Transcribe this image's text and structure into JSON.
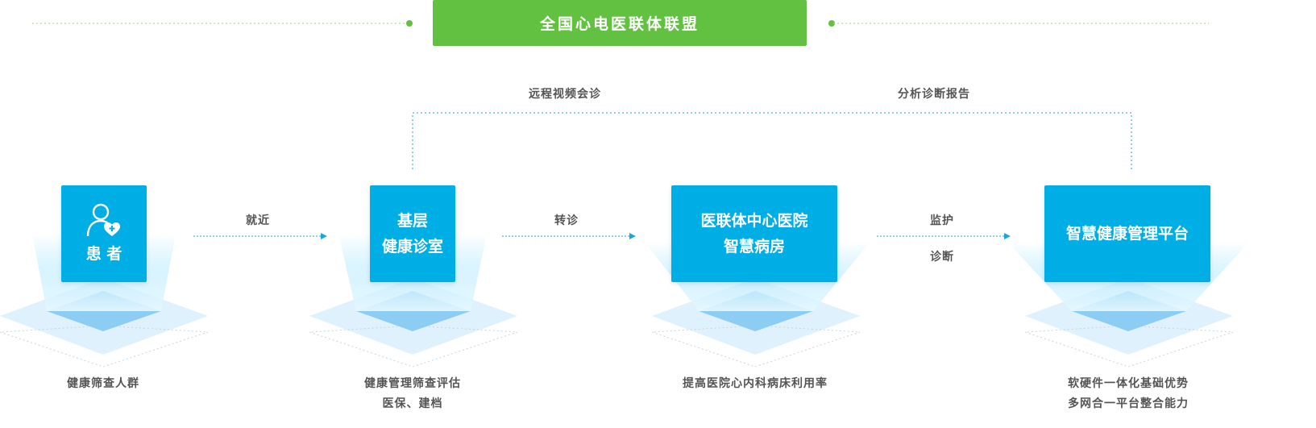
{
  "banner": {
    "title": "全国心电医联体联盟"
  },
  "top_links": {
    "left_label": "远程视频会诊",
    "right_label": "分析诊断报告"
  },
  "arrows": [
    {
      "label": "就近"
    },
    {
      "label": "转诊"
    },
    {
      "label_top": "监护",
      "label_bottom": "诊断"
    }
  ],
  "nodes": [
    {
      "name": "患 者",
      "icon": "patient-icon",
      "caption": [
        "健康筛查人群"
      ]
    },
    {
      "name": [
        "基层",
        "健康诊室"
      ],
      "caption": [
        "健康管理筛查评估",
        "医保、建档"
      ]
    },
    {
      "name": [
        "医联体中心医院",
        "智慧病房"
      ],
      "caption": [
        "提高医院心内科病床利用率"
      ]
    },
    {
      "name": "智慧健康管理平台",
      "caption": [
        "软硬件一体化基础优势",
        "多网合一平台整合能力"
      ]
    }
  ],
  "colors": {
    "banner": "#63c142",
    "node": "#00aee6",
    "line": "#1aa6d8"
  }
}
